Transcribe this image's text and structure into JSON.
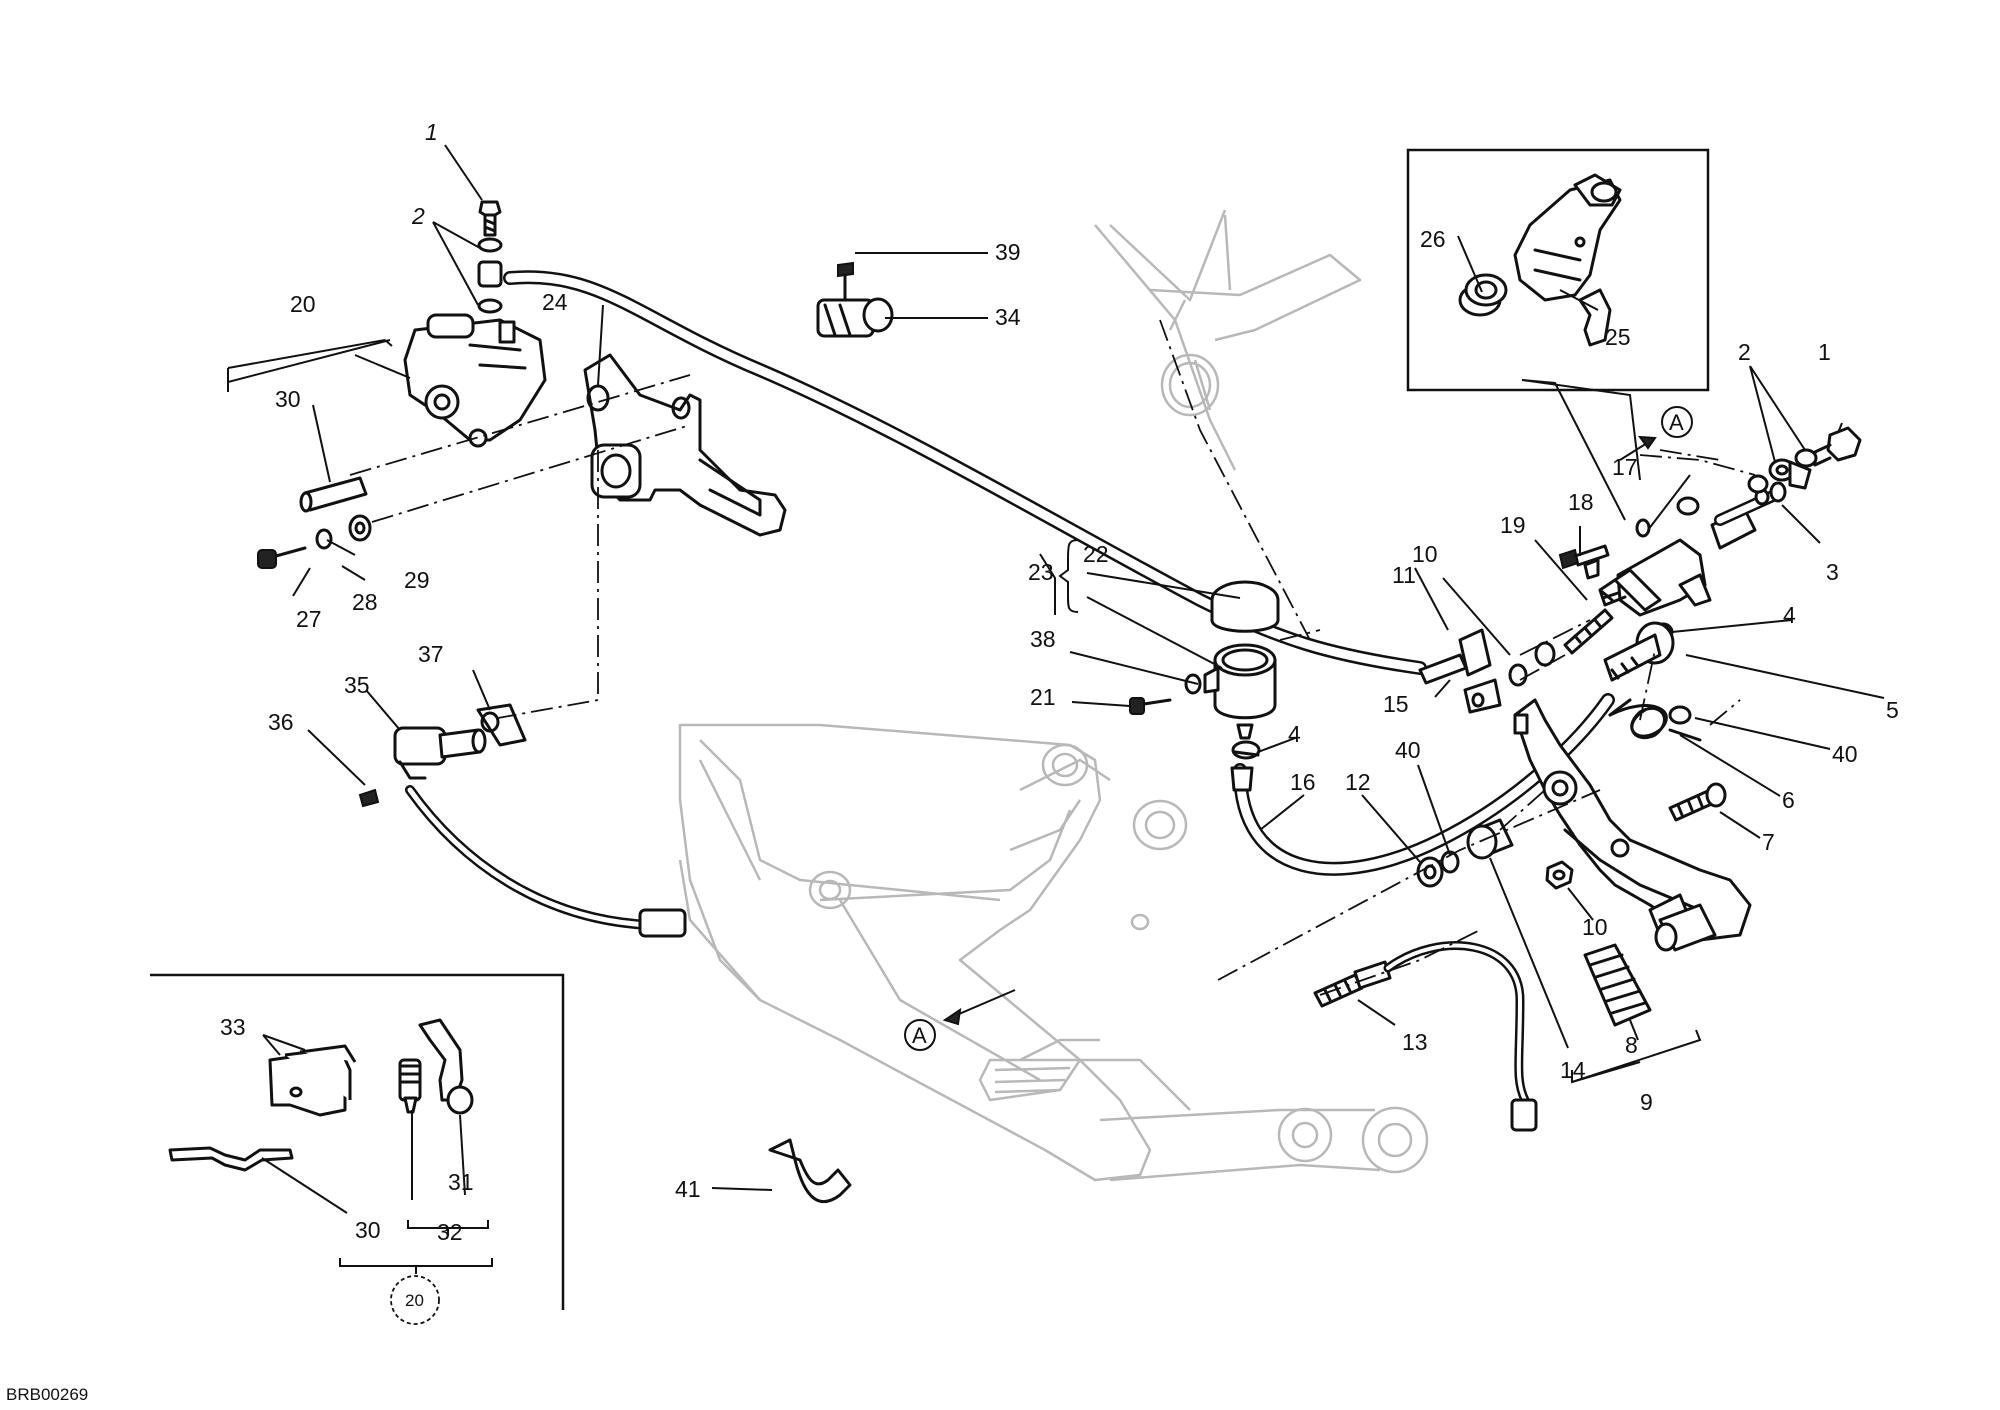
{
  "reference_code": "BRB00269",
  "section_marker": "A",
  "group_marker": "20",
  "callouts": {
    "c1a": "1",
    "c2a": "2",
    "c20": "20",
    "c30a": "30",
    "c24": "24",
    "c27": "27",
    "c28": "28",
    "c29": "29",
    "c35": "35",
    "c36": "36",
    "c37": "37",
    "c39": "39",
    "c34": "34",
    "c26": "26",
    "c25": "25",
    "c2b": "2",
    "c1b": "1",
    "c17": "17",
    "c3": "3",
    "c18": "18",
    "c19": "19",
    "c10a": "10",
    "c11": "11",
    "c15": "15",
    "c4a": "4",
    "c4b": "4",
    "c23": "23",
    "c22": "22",
    "c38": "38",
    "c21": "21",
    "c5": "5",
    "c40a": "40",
    "c6": "6",
    "c7": "7",
    "c16": "16",
    "c12": "12",
    "c40b": "40",
    "c10b": "10",
    "c13": "13",
    "c14": "14",
    "c8": "8",
    "c9": "9",
    "c33": "33",
    "c31": "31",
    "c30b": "30",
    "c32": "32",
    "c41": "41"
  }
}
